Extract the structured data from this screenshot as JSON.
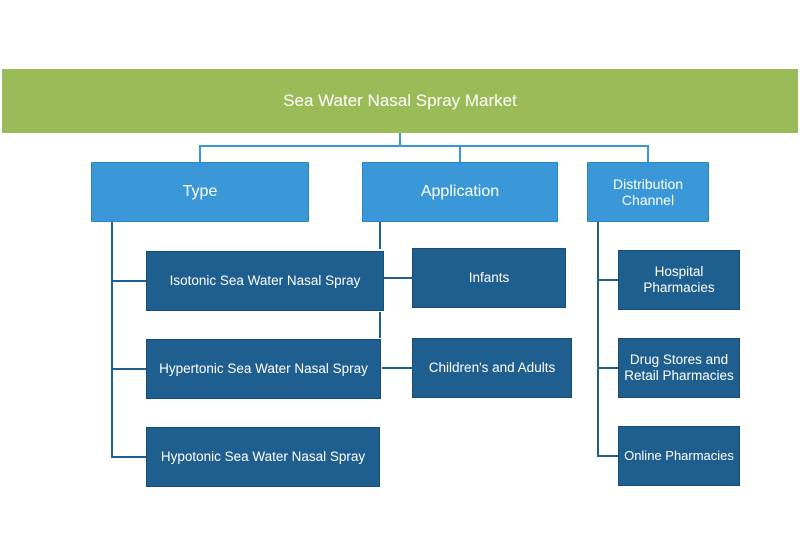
{
  "root": {
    "label": "Sea Water Nasal Spray Market"
  },
  "categories": [
    {
      "label": "Type",
      "children": [
        "Isotonic Sea Water Nasal Spray",
        "Hypertonic Sea Water Nasal Spray",
        "Hypotonic Sea Water Nasal Spray"
      ]
    },
    {
      "label": "Application",
      "children": [
        "Infants",
        "Children's and Adults"
      ]
    },
    {
      "label": "Distribution Channel",
      "children": [
        "Hospital Pharmacies",
        "Drug Stores and Retail Pharmacies",
        "Online Pharmacies"
      ]
    }
  ],
  "colors": {
    "root": "#9bbb59",
    "category": "#3a98d8",
    "leaf": "#1f5f8f"
  }
}
